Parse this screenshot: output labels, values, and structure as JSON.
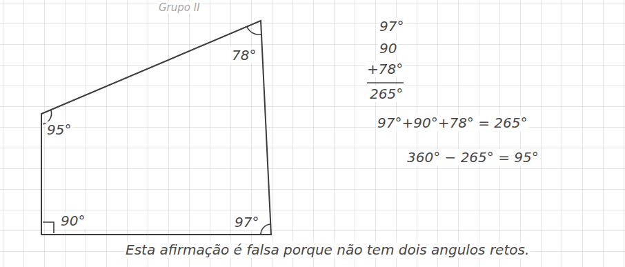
{
  "diagram": {
    "labels": [
      "Grupo II",
      "78°",
      "95°",
      "90°",
      "97°",
      "97°",
      "90",
      "+78°",
      "265°",
      "97°+90°+78° = 265°",
      "360° − 265° = 95°",
      "Esta afirmação é falsa porque não tem dois angulos retos."
    ]
  }
}
